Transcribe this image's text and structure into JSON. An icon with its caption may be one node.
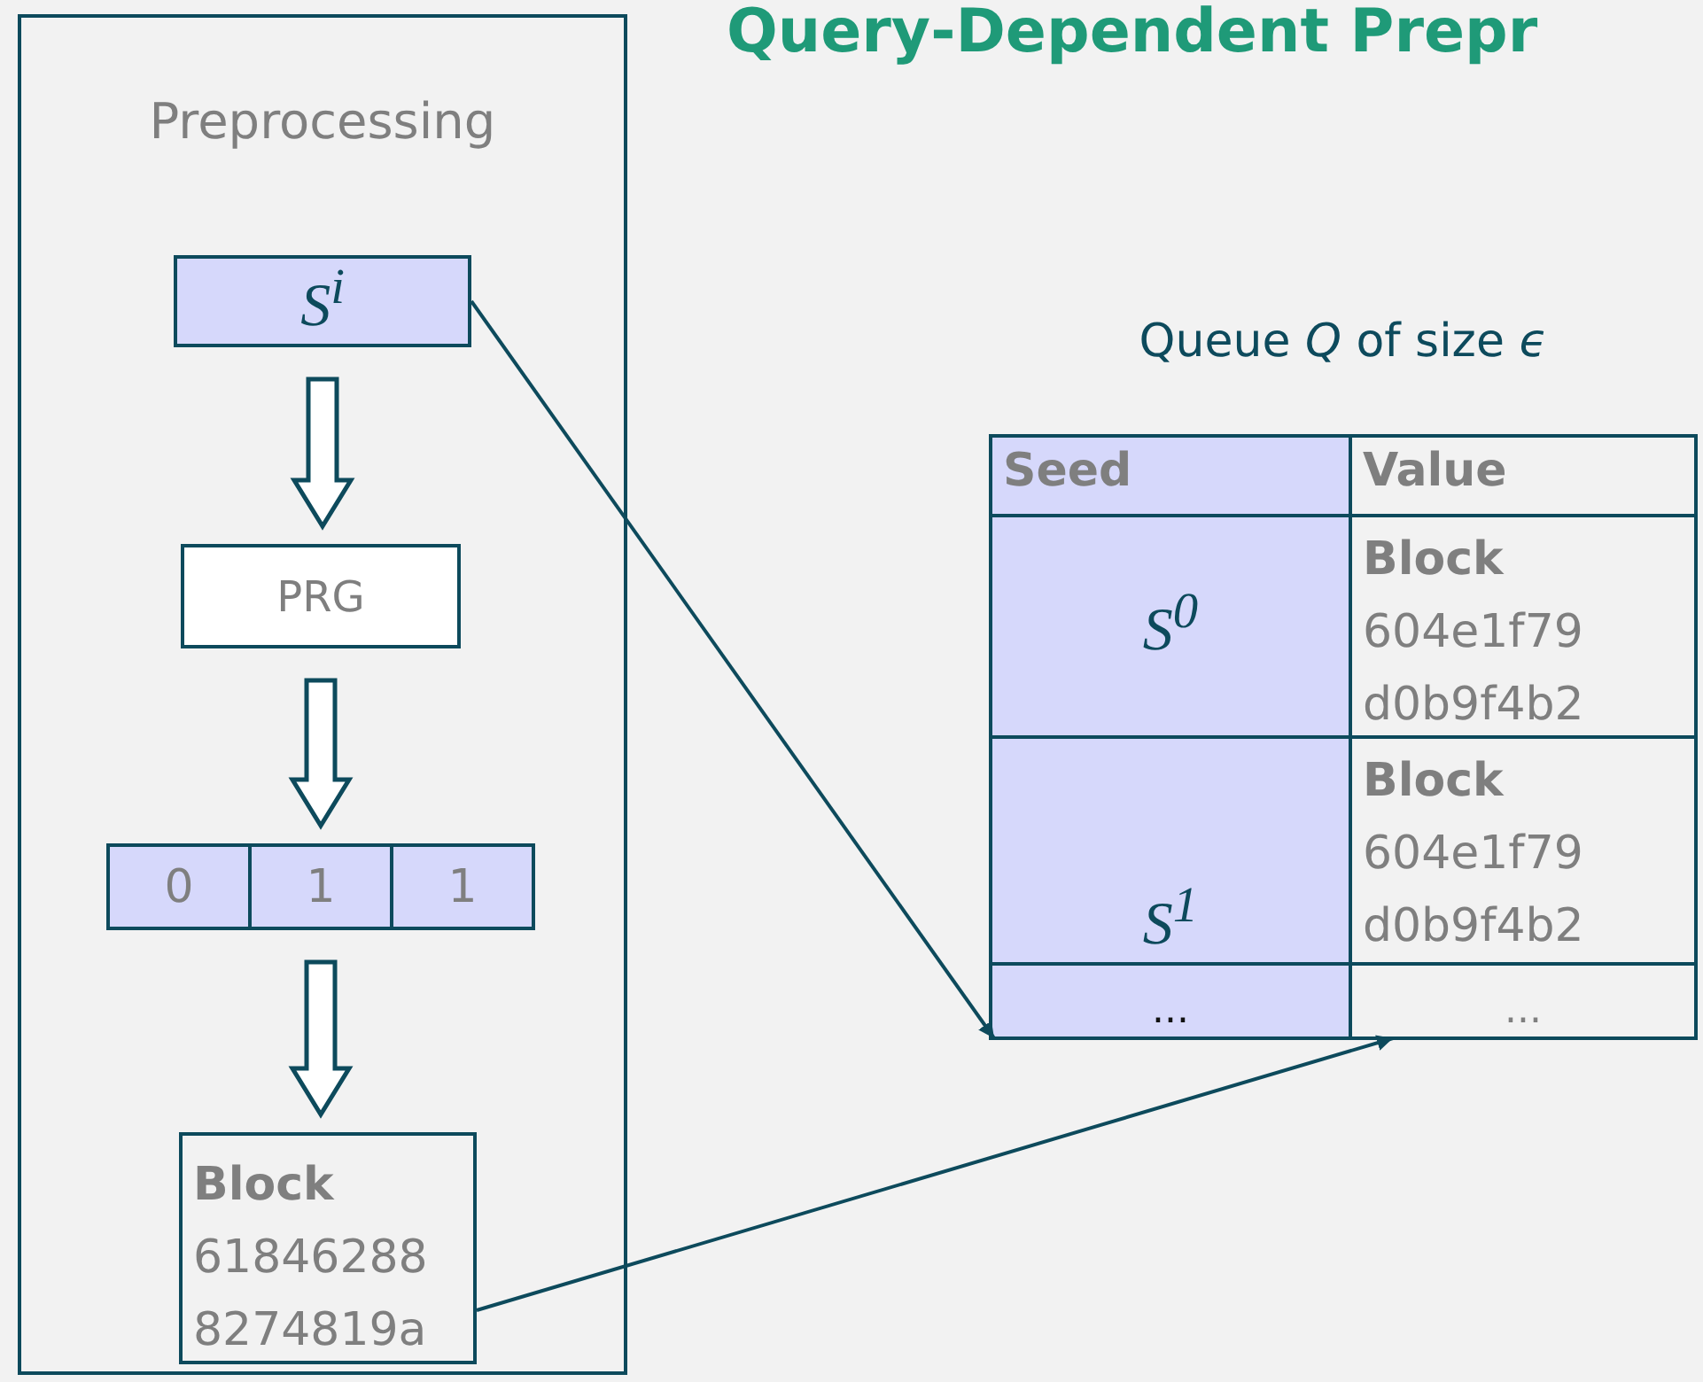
{
  "diagram": {
    "title": "Query-Dependent Prepr",
    "nodes": [
      {
        "text": [
          "Preprocessing"
        ]
      },
      {
        "text": [
          "S$^{i}$"
        ],
        "in": 0
      },
      {
        "text": [
          "PRG"
        ],
        "in": 0
      },
      {
        "text": [
          "0",
          "1",
          "1"
        ],
        "in": 0
      },
      {
        "text": [
          "Block",
          "61846288 8274819a"
        ],
        "in": 0
      },
      {
        "text": [
          "Queue *Q* of size *ϵ*"
        ]
      },
      {
        "text": [
          "Seed"
        ],
        "in": 5
      },
      {
        "text": [
          "Value"
        ],
        "in": 5
      },
      {
        "text": [
          "S$^{0}$"
        ],
        "in": 5
      },
      {
        "text": [
          "Block",
          "604e1f79 d0b9f4b2"
        ],
        "in": 5
      },
      {
        "text": [
          "S$^{1}$"
        ],
        "in": 5
      },
      {
        "text": [
          "Block",
          "604e1f79 d0b9f4b2"
        ],
        "in": 5
      },
      {
        "text": [
          "..."
        ],
        "in": 5
      },
      {
        "text": [
          "..."
        ],
        "in": 5
      }
    ],
    "edges": [
      {
        "from": 1,
        "to": 2,
        "arrow": "to",
        "style": "thick"
      },
      {
        "from": 2,
        "to": 3,
        "arrow": "to",
        "style": "thick"
      },
      {
        "from": 3,
        "to": 4,
        "arrow": "to",
        "style": "thick"
      },
      {
        "from": 1,
        "to": 12,
        "arrow": "to"
      },
      {
        "from": 4,
        "to": 13,
        "arrow": "to"
      }
    ]
  }
}
